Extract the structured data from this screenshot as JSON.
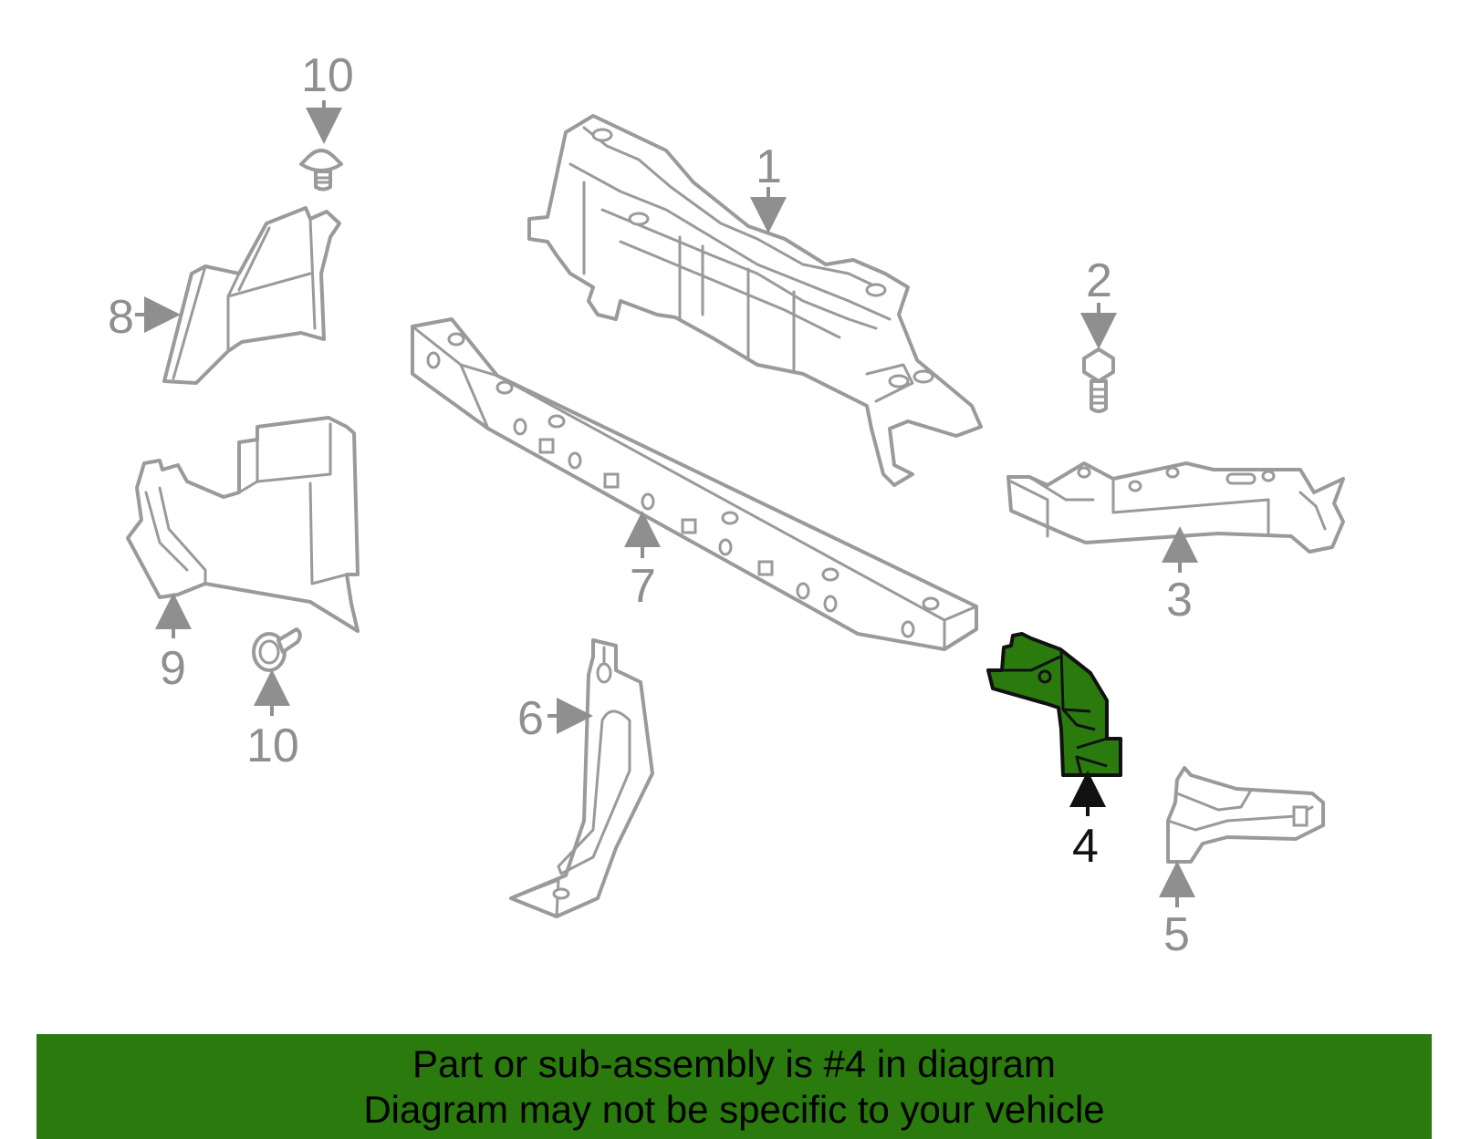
{
  "callouts": {
    "c1": "1",
    "c2": "2",
    "c3": "3",
    "c4": "4",
    "c5": "5",
    "c6": "6",
    "c7": "7",
    "c8": "8",
    "c9": "9",
    "c10_top": "10",
    "c10_bottom": "10"
  },
  "highlight": {
    "part": "4",
    "color": "#2a7a0e"
  },
  "banner": {
    "line1": "Part or sub-assembly is #4 in diagram",
    "line2": "Diagram may not be specific to your vehicle",
    "color": "#2a7a0e"
  }
}
